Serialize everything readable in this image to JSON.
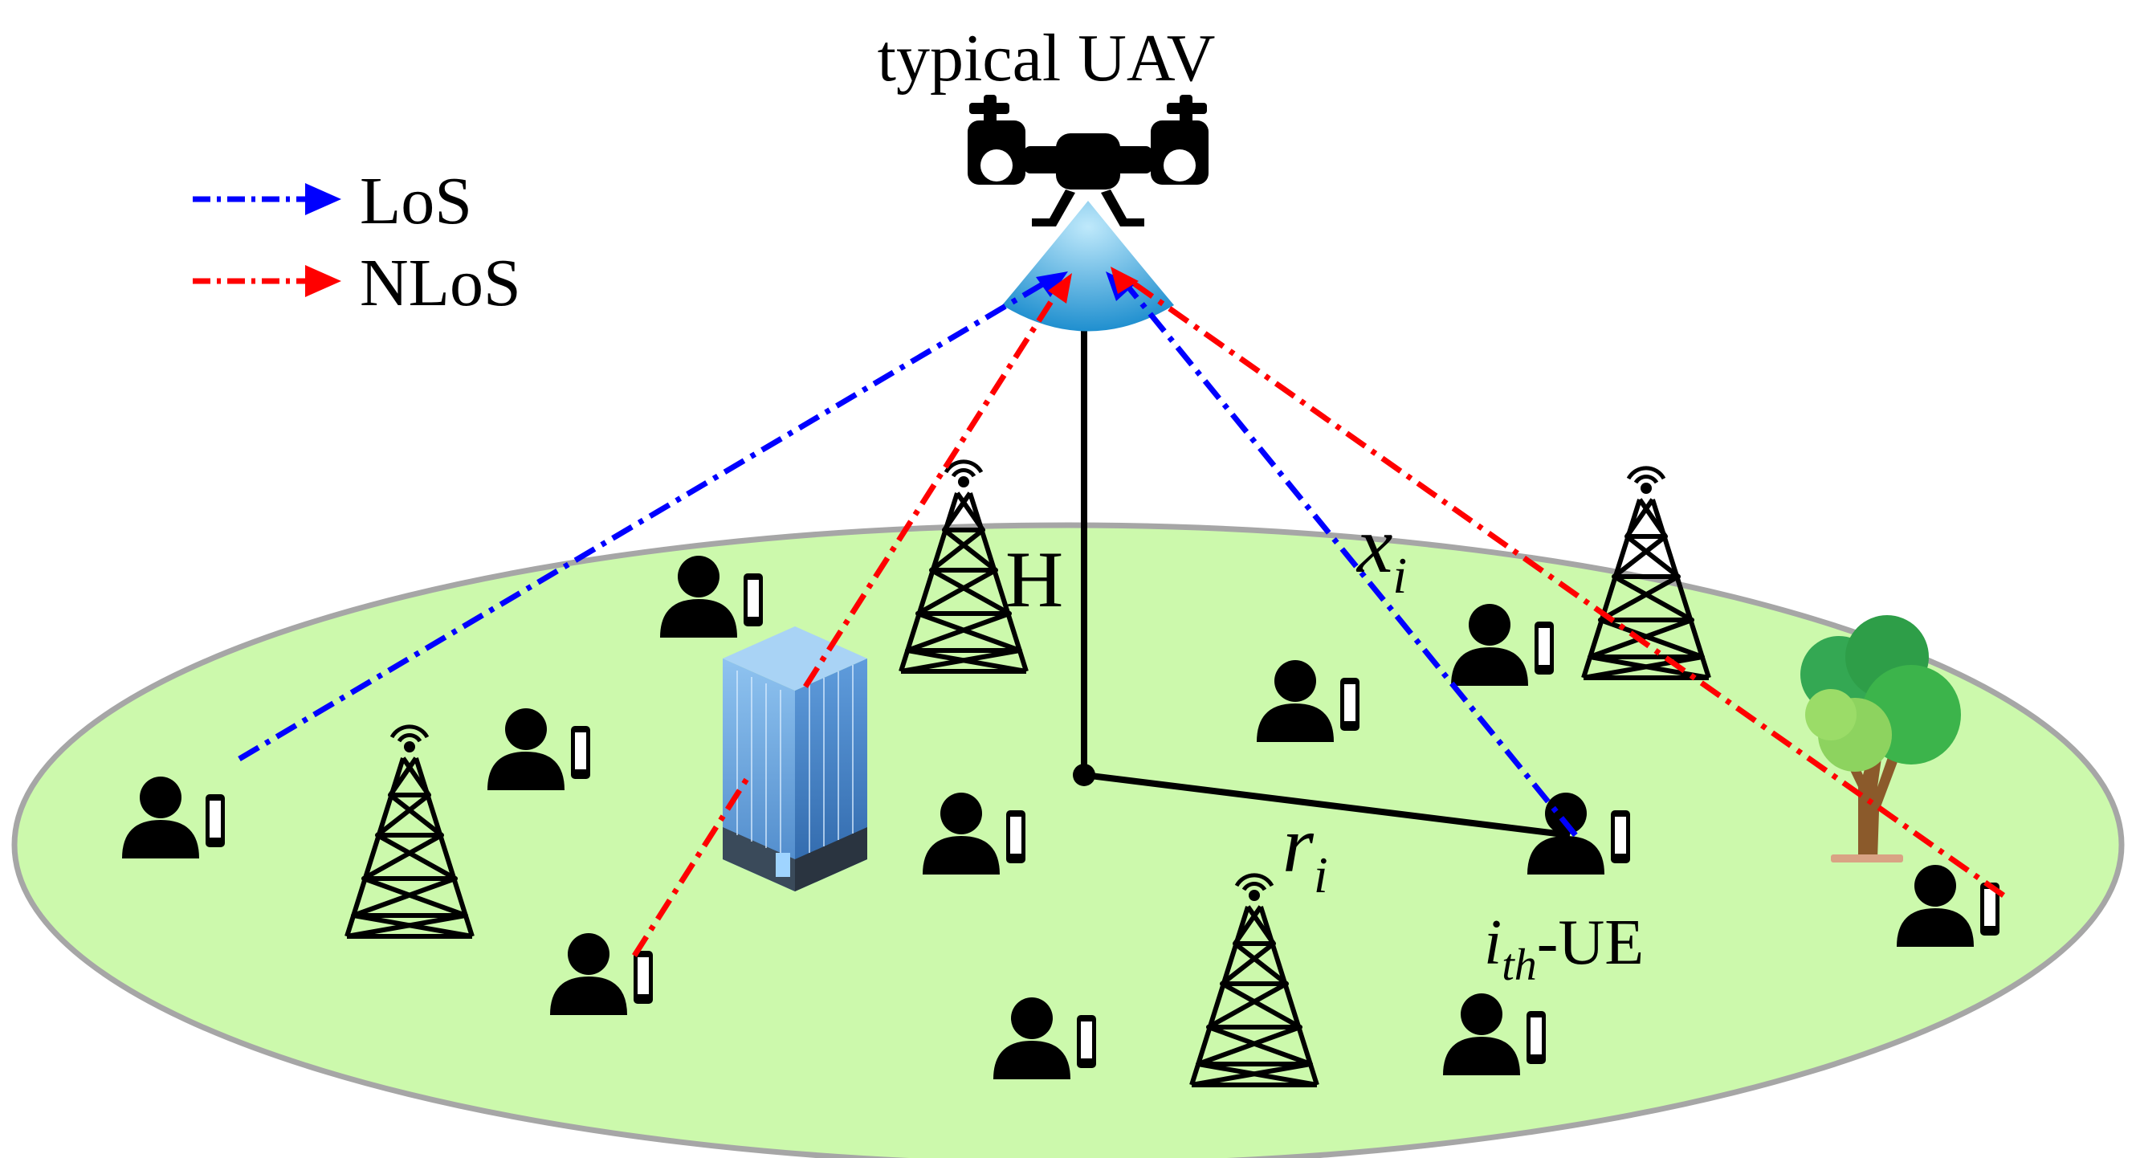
{
  "title": "typical UAV",
  "legend": [
    {
      "label": "LoS",
      "color": "#0000ff"
    },
    {
      "label": "NLoS",
      "color": "#ff0000"
    }
  ],
  "labels": {
    "height": "H",
    "distance_main": "x",
    "distance_sub": "i",
    "radius_main": "r",
    "radius_sub": "i",
    "ue_main": "i",
    "ue_sub": "th",
    "ue_suffix": "-UE"
  },
  "colors": {
    "ground": "#ccf9ac",
    "ground_edge": "#a6a6a6",
    "los": "#0000ff",
    "nlos": "#ff0000",
    "beam": "#3fb0e6",
    "building": "#5b9bd5",
    "tree": "#3cb44b"
  },
  "icons": [
    "uav-drone-icon",
    "base-station-tower-icon",
    "user-with-phone-icon",
    "building-icon",
    "tree-icon"
  ]
}
